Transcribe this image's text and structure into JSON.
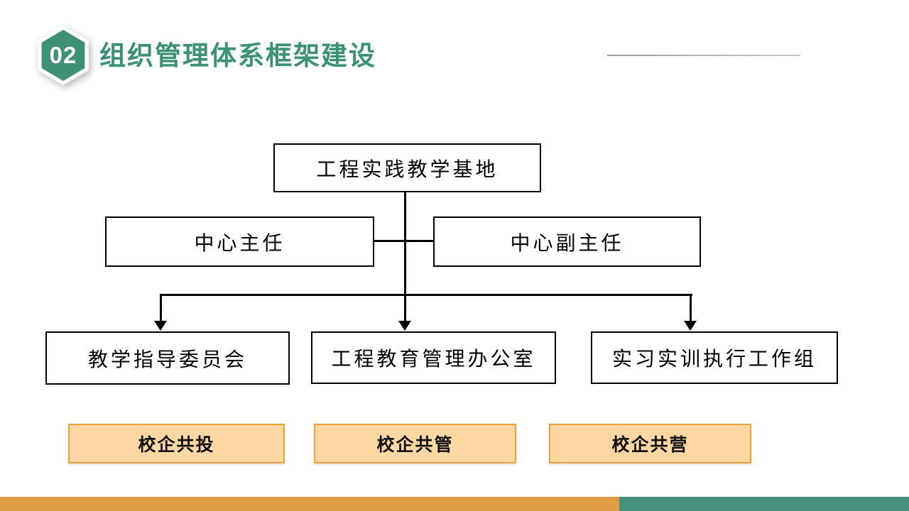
{
  "header": {
    "badge_number": "02",
    "title": "组织管理体系框架建设",
    "divider_line": "present"
  },
  "org_chart": {
    "root": {
      "label": "工程实践教学基地"
    },
    "level2": [
      {
        "label": "中心主任"
      },
      {
        "label": "中心副主任"
      }
    ],
    "level3": [
      {
        "label": "教学指导委员会"
      },
      {
        "label": "工程教育管理办公室"
      },
      {
        "label": "实习实训执行工作组"
      }
    ],
    "tags": [
      {
        "label": "校企共投"
      },
      {
        "label": "校企共管"
      },
      {
        "label": "校企共营"
      }
    ]
  },
  "colors": {
    "theme_green": "#3d9176",
    "title_green": "#3a9174",
    "tag_fill": "#fcd7a2",
    "tag_border": "#e8a33d",
    "bottom_bar_orange": "#e09d44",
    "bottom_bar_green": "#46917b",
    "connector_black": "#000000",
    "divider_gray": "#b5b5b5"
  }
}
